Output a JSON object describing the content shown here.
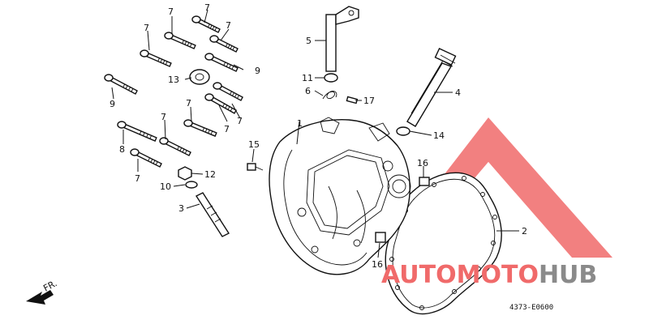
{
  "diagram": {
    "callouts": [
      {
        "id": "c7a",
        "text": "7"
      },
      {
        "id": "c7b",
        "text": "7"
      },
      {
        "id": "c7c",
        "text": "7"
      },
      {
        "id": "c7d",
        "text": "7"
      },
      {
        "id": "c7e",
        "text": "7"
      },
      {
        "id": "c7f",
        "text": "7"
      },
      {
        "id": "c7g",
        "text": "7"
      },
      {
        "id": "c7h",
        "text": "7"
      },
      {
        "id": "c7i",
        "text": "7"
      },
      {
        "id": "c9a",
        "text": "9"
      },
      {
        "id": "c9b",
        "text": "9"
      },
      {
        "id": "c13",
        "text": "13"
      },
      {
        "id": "c8",
        "text": "8"
      },
      {
        "id": "c12",
        "text": "12"
      },
      {
        "id": "c10",
        "text": "10"
      },
      {
        "id": "c3",
        "text": "3"
      },
      {
        "id": "c15",
        "text": "15"
      },
      {
        "id": "c1",
        "text": "1"
      },
      {
        "id": "c5",
        "text": "5"
      },
      {
        "id": "c11",
        "text": "11"
      },
      {
        "id": "c6",
        "text": "6"
      },
      {
        "id": "c17",
        "text": "17"
      },
      {
        "id": "c4",
        "text": "4"
      },
      {
        "id": "c14",
        "text": "14"
      },
      {
        "id": "c16a",
        "text": "16"
      },
      {
        "id": "c16b",
        "text": "16"
      },
      {
        "id": "c2",
        "text": "2"
      }
    ],
    "direction_label": "FR.",
    "diagram_code": "4373-E0600"
  },
  "watermark": {
    "text_part1": "AUTOMOTO",
    "text_part2": "HUB",
    "color_red": "#f06a6a",
    "color_orange": "#f4b26a",
    "color_gray": "#8a8a8a"
  }
}
